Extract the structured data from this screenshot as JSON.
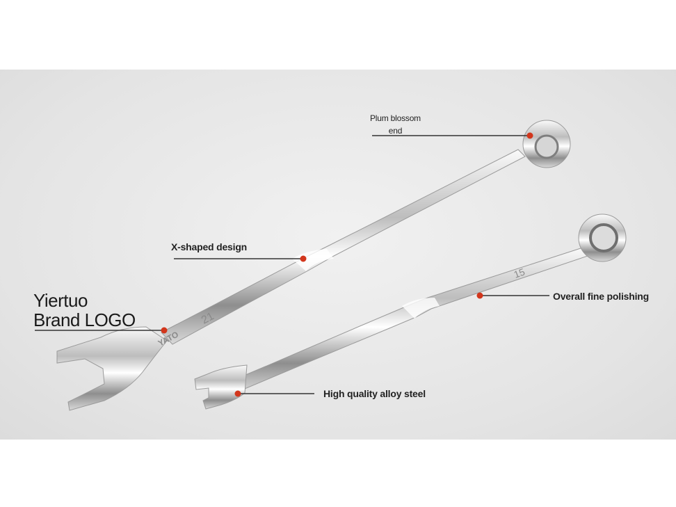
{
  "annotations": {
    "plum_blossom": [
      "Plum blossom",
      "end"
    ],
    "x_shaped": "X-shaped design",
    "brand_logo": [
      "Yiertuo",
      "Brand LOGO"
    ],
    "fine_polishing": "Overall fine polishing",
    "alloy_steel": "High quality alloy steel"
  },
  "wrench_markings": {
    "large_size": "21",
    "small_size": "15",
    "brand_stamp": "YATO"
  },
  "colors": {
    "marker_dot": "#d2361c",
    "leader_line": "#333333",
    "background": "#e6e6e6"
  }
}
